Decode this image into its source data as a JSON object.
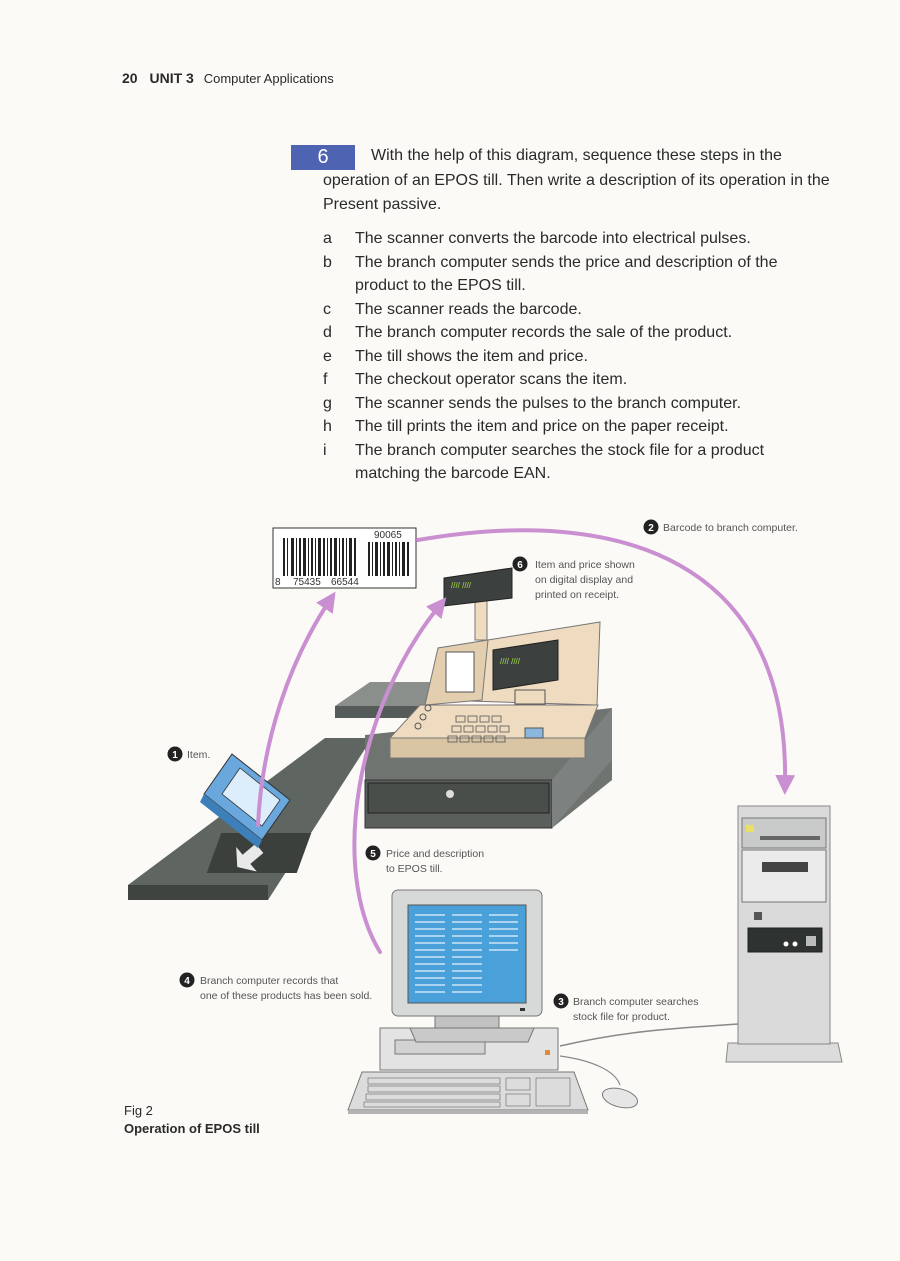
{
  "header": {
    "page_number": "20",
    "unit_label": "UNIT 3",
    "unit_title": "Computer Applications"
  },
  "task": {
    "number": "6",
    "instruction": "With the help of this diagram, sequence these steps in the operation of an EPOS till. Then write a description of its operation in the Present passive."
  },
  "steps": [
    {
      "letter": "a",
      "text": "The scanner converts the barcode into electrical pulses."
    },
    {
      "letter": "b",
      "text": "The branch computer sends the price and description of the product to the EPOS till."
    },
    {
      "letter": "c",
      "text": "The scanner reads the barcode."
    },
    {
      "letter": "d",
      "text": "The branch computer records the sale of the product."
    },
    {
      "letter": "e",
      "text": "The till shows the item and price."
    },
    {
      "letter": "f",
      "text": "The checkout operator scans the item."
    },
    {
      "letter": "g",
      "text": "The scanner sends the pulses to the branch computer."
    },
    {
      "letter": "h",
      "text": "The till prints the item and price on the paper receipt."
    },
    {
      "letter": "i",
      "text": "The branch computer searches the stock file for a product matching the barcode EAN."
    }
  ],
  "diagram": {
    "barcode_top": "90065",
    "barcode_bottom_left": "8",
    "barcode_bottom_mid": "75435",
    "barcode_bottom_right": "66544",
    "till_display": "//// ////",
    "labels": {
      "n1": "1",
      "l1": "Item.",
      "n2": "2",
      "l2": "Barcode to branch computer.",
      "n3": "3",
      "l3a": "Branch computer searches",
      "l3b": "stock file for product.",
      "n4": "4",
      "l4a": "Branch computer records that",
      "l4b": "one of these products has been sold.",
      "n5": "5",
      "l5a": "Price and description",
      "l5b": "to EPOS till.",
      "n6": "6",
      "l6a": "Item and price shown",
      "l6b": "on digital display and",
      "l6c": "printed on receipt."
    },
    "colors": {
      "arrow": "#c98fd0",
      "accent": "#4f63b3",
      "till": "#efdcc0",
      "counter": "#5f6561"
    }
  },
  "figure": {
    "number": "Fig 2",
    "title": "Operation of EPOS till"
  }
}
